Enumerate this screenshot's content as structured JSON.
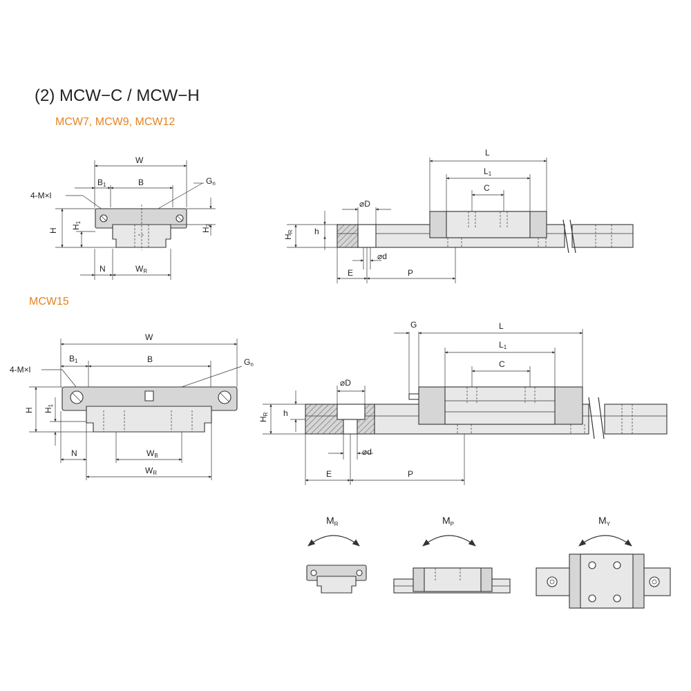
{
  "title": "(2) MCW−C / MCW−H",
  "subtitle_small": "MCW7, MCW9, MCW12",
  "subtitle_large": "MCW15",
  "accent_color": "#e8821e",
  "labels": {
    "W": "W",
    "B": "B",
    "B1": "B",
    "B1_sub": "1",
    "Gn": "G",
    "Gn_sub": "n",
    "bolt": "4-M×l",
    "H": "H",
    "H1": "H",
    "H1_sub": "1",
    "H2": "H",
    "H2_sub": "2",
    "N": "N",
    "WR": "W",
    "WR_sub": "R",
    "WB": "W",
    "WB_sub": "B",
    "L": "L",
    "L1": "L",
    "L1_sub": "1",
    "C": "C",
    "D": "⌀D",
    "d": "⌀d",
    "HR": "H",
    "HR_sub": "R",
    "h": "h",
    "E": "E",
    "P": "P",
    "G": "G"
  },
  "moments": {
    "MR": "M",
    "MR_sub": "R",
    "MP": "M",
    "MP_sub": "P",
    "MY": "M",
    "MY_sub": "Y"
  }
}
